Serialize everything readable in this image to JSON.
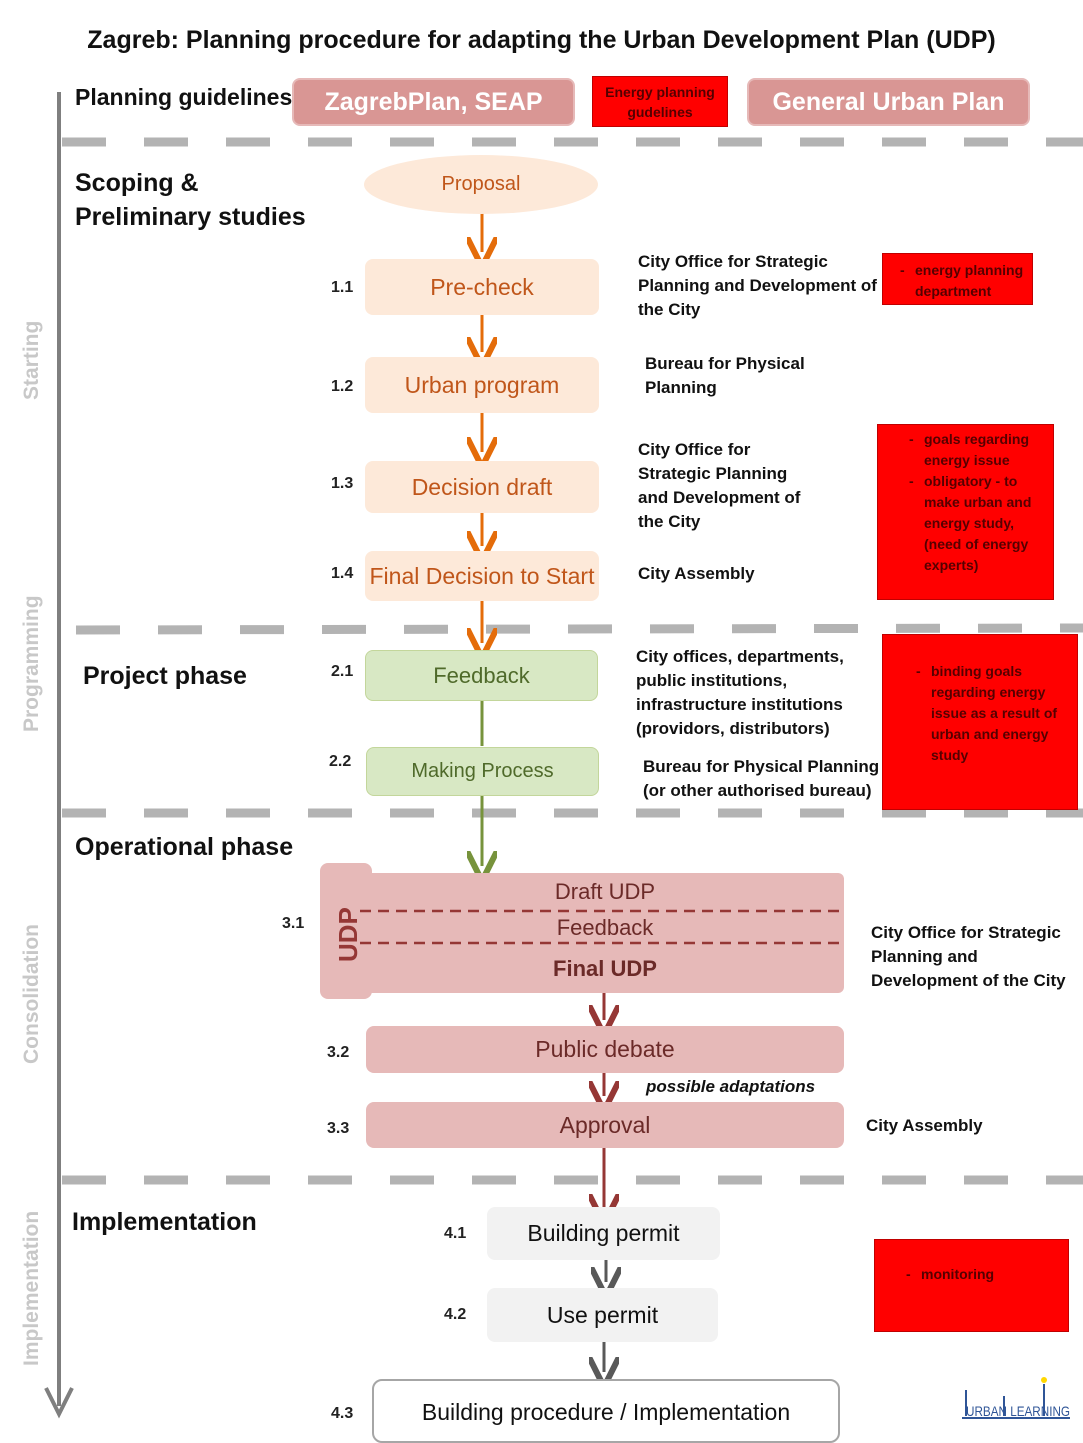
{
  "title": "Zagreb: Planning procedure for adapting the Urban Development Plan (UDP)",
  "stages": [
    "Starting",
    "Programming",
    "Consolidation",
    "Implementation"
  ],
  "guidelines": {
    "label": "Planning guidelines",
    "left_box": "ZagrebPlan, SEAP",
    "energy_box": "Energy planning gudelines",
    "right_box": "General Urban Plan"
  },
  "phases": {
    "scoping": "Scoping &\nPreliminary studies",
    "project": "Project phase",
    "operational": "Operational phase",
    "implementation": "Implementation"
  },
  "steps": {
    "proposal": "Proposal",
    "s1_1": {
      "num": "1.1",
      "label": "Pre-check",
      "resp": "City Office for Strategic Planning and Development of the City"
    },
    "s1_2": {
      "num": "1.2",
      "label": "Urban program",
      "resp": "Bureau for Physical Planning"
    },
    "s1_3": {
      "num": "1.3",
      "label": "Decision draft",
      "resp": "City Office for Strategic Planning and Development of the City"
    },
    "s1_4": {
      "num": "1.4",
      "label": "Final Decision to Start",
      "resp": "City Assembly"
    },
    "s2_1": {
      "num": "2.1",
      "label": "Feedback",
      "resp": "City offices, departments, public institutions, infrastructure institutions (providors, distributors)"
    },
    "s2_2": {
      "num": "2.2",
      "label": "Making Process",
      "resp": "Bureau for Physical Planning (or other authorised bureau)"
    },
    "s3_1": {
      "num": "3.1",
      "udp": "UDP",
      "draft": "Draft UDP",
      "feedback": "Feedback",
      "final": "Final UDP",
      "resp": "City Office for Strategic Planning and Development of the City"
    },
    "s3_2": {
      "num": "3.2",
      "label": "Public debate",
      "note": "possible adaptations"
    },
    "s3_3": {
      "num": "3.3",
      "label": "Approval",
      "resp": "City Assembly"
    },
    "s4_1": {
      "num": "4.1",
      "label": "Building permit"
    },
    "s4_2": {
      "num": "4.2",
      "label": "Use permit"
    },
    "s4_3": {
      "num": "4.3",
      "label": "Building procedure / Implementation"
    }
  },
  "energy_notes": {
    "department": "energy planning department",
    "goals": [
      "goals regarding energy issue",
      "obligatory - to make urban and energy  study, (need of energy experts)"
    ],
    "binding": "binding goals regarding energy issue as a result of urban and energy study",
    "monitoring": "monitoring"
  },
  "logo": "URBAN LEARNING",
  "colors": {
    "orange_arrow": "#e46c0a",
    "green_arrow": "#77933c",
    "red_arrow": "#953735",
    "grey_arrow": "#595959",
    "energy_red": "#ff0000"
  }
}
